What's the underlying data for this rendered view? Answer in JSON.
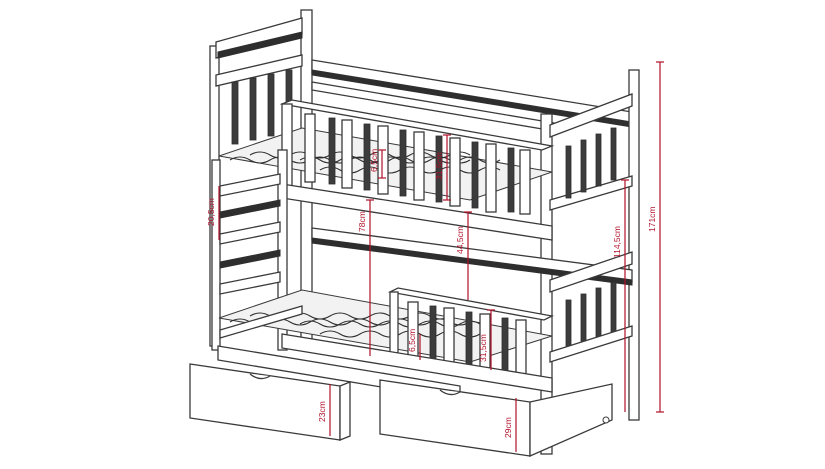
{
  "dimensions": {
    "top_rail_gap": "6,5cm",
    "top_rail_height": "31,5cm",
    "ladder_step": "20,5cm",
    "deck_clearance": "78cm",
    "upper_deck_height": "44,5cm",
    "bottom_rail_gap": "6,5cm",
    "bottom_rail_height": "31,5cm",
    "height_to_upper": "114,5cm",
    "total_height": "171cm",
    "drawer_left_height": "23cm",
    "drawer_right_height": "29cm"
  },
  "colors": {
    "line": "#3a3a3a",
    "dimension": "#b0122a"
  }
}
